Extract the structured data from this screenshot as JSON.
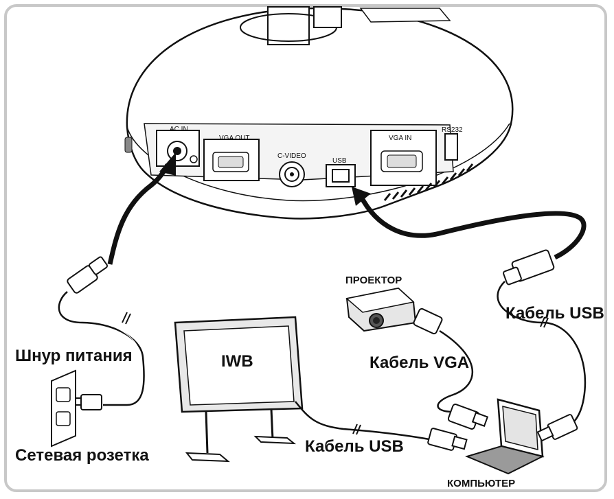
{
  "ports": {
    "ac_in": "AC IN",
    "vga_out": "VGA OUT",
    "c_video": "C-VIDEO",
    "usb": "USB",
    "vga_in": "VGA IN",
    "rs232": "RS232"
  },
  "labels": {
    "power_cord": "Шнур питания",
    "power_outlet": "Сетевая розетка",
    "iwb": "IWB",
    "projector": "ПРОЕКТОР",
    "vga_cable": "Кабель VGA",
    "usb_cable_right": "Кабель USB",
    "usb_cable_bottom": "Кабель USB",
    "computer": "КОМПЬЮТЕР"
  }
}
